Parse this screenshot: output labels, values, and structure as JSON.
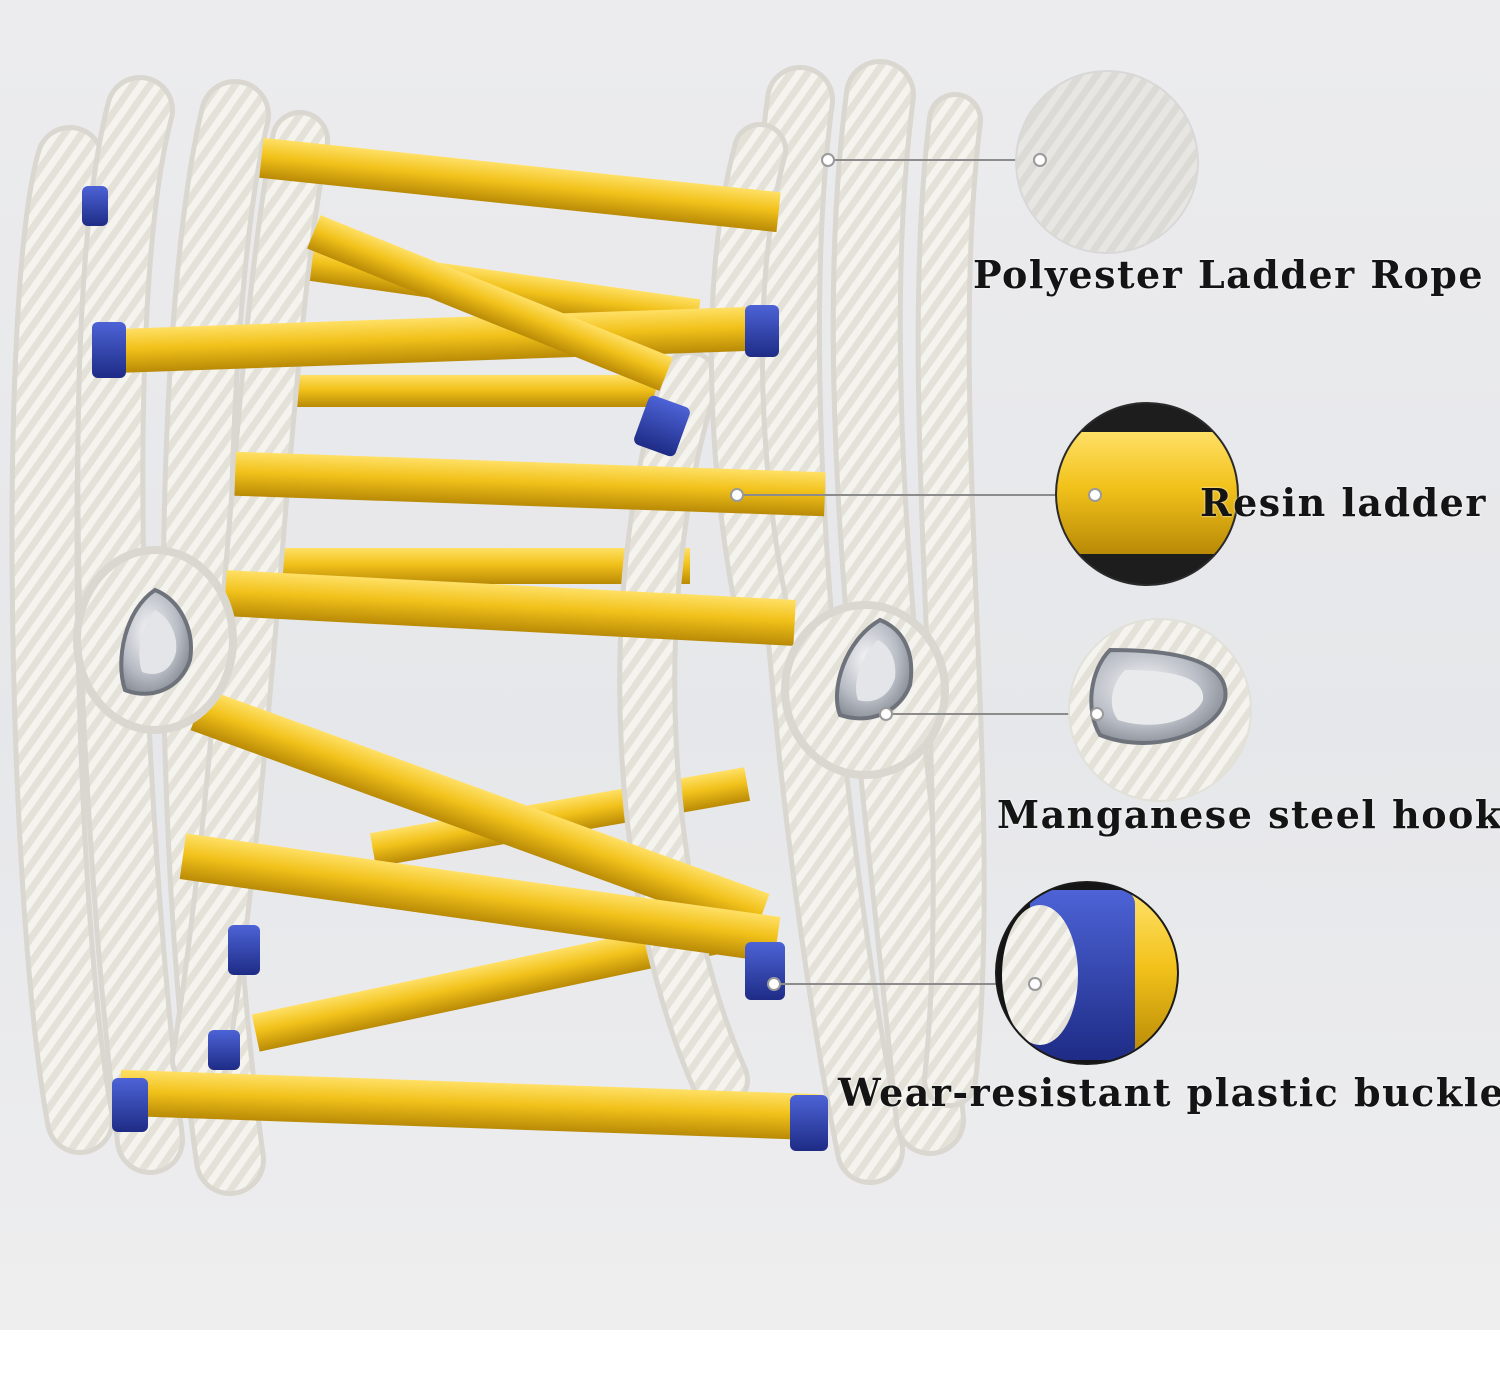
{
  "labels": {
    "rope": "Polyester Ladder Rope",
    "resin": "Resin ladder",
    "hook": "Manganese steel hook",
    "buckle": "Wear-resistant plastic buckle"
  },
  "colors": {
    "rung_yellow": "#f2c21b",
    "buckle_blue": "#2b3fae",
    "rope_white": "#f4f3ee",
    "background": "#e9e9eb",
    "callout_line": "#8c8c8c"
  }
}
